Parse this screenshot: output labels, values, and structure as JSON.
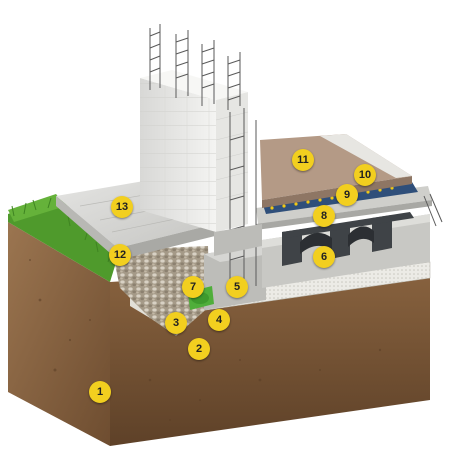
{
  "callouts": [
    {
      "id": "soil",
      "label": "1"
    },
    {
      "id": "drainage-mat",
      "label": "2"
    },
    {
      "id": "gravel-backfill",
      "label": "3"
    },
    {
      "id": "footing-insulation",
      "label": "4"
    },
    {
      "id": "footing",
      "label": "5"
    },
    {
      "id": "floor-formwork",
      "label": "6"
    },
    {
      "id": "drain-pipe",
      "label": "7"
    },
    {
      "id": "floor-slab",
      "label": "8"
    },
    {
      "id": "heating-pipes",
      "label": "9"
    },
    {
      "id": "floor-insulation",
      "label": "10"
    },
    {
      "id": "floor-screed",
      "label": "11"
    },
    {
      "id": "terrace-base",
      "label": "12"
    },
    {
      "id": "terrace-paving",
      "label": "13"
    }
  ],
  "colors": {
    "callout": "#f2cf1f",
    "grass": "#4f9a2c",
    "soil": "#7a5836",
    "concrete": "#c9c9c5",
    "screed": "#b49a86",
    "heating_pipe": "#f0c814",
    "insulation": "#2f4f7a"
  }
}
